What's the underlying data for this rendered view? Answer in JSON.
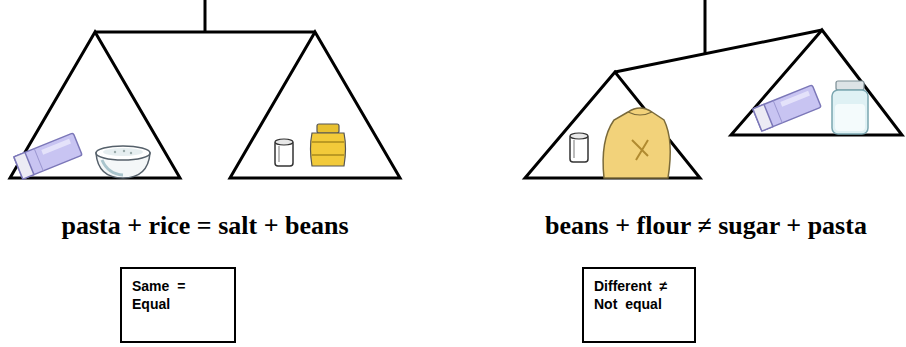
{
  "diagram": {
    "nodes": [
      {
        "text": [
          "Same = Equal"
        ]
      },
      {
        "text": [
          "Different ≠ Not equal"
        ]
      }
    ],
    "labels": [
      "pasta + rice = salt + beans",
      "beans + flour ≠ sugar + pasta"
    ]
  }
}
